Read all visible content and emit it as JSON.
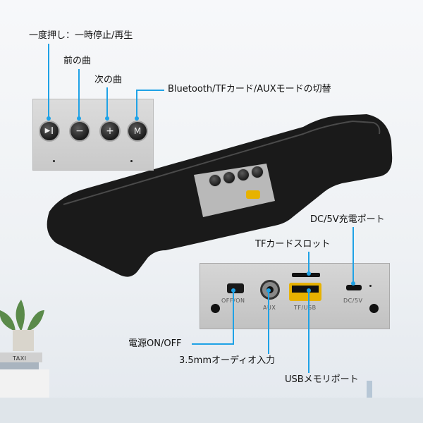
{
  "labels": {
    "play_pause": "一度押し：一時停止/再生",
    "prev_track": "前の曲",
    "next_track": "次の曲",
    "mode_switch": "Bluetooth/TFカード/AUXモードの切替",
    "dc_port": "DC/5V充電ポート",
    "tf_slot": "TFカードスロット",
    "power_switch": "電源ON/OFF",
    "aux_input": "3.5mmオーディオ入力",
    "usb_port": "USBメモリポート"
  },
  "panel_text": {
    "off_on": "OFF/ON",
    "aux": "AUX",
    "tf_usb": "TF/USB",
    "dc_5v": "DC/5V",
    "book_spine": "TAXI"
  },
  "buttons": {
    "play_icon": "▶∥",
    "minus": "−",
    "plus": "+",
    "mode": "M"
  },
  "colors": {
    "callout": "#1fa2e6",
    "usb_yellow": "#e7b200",
    "body": "#1a1a1a"
  }
}
